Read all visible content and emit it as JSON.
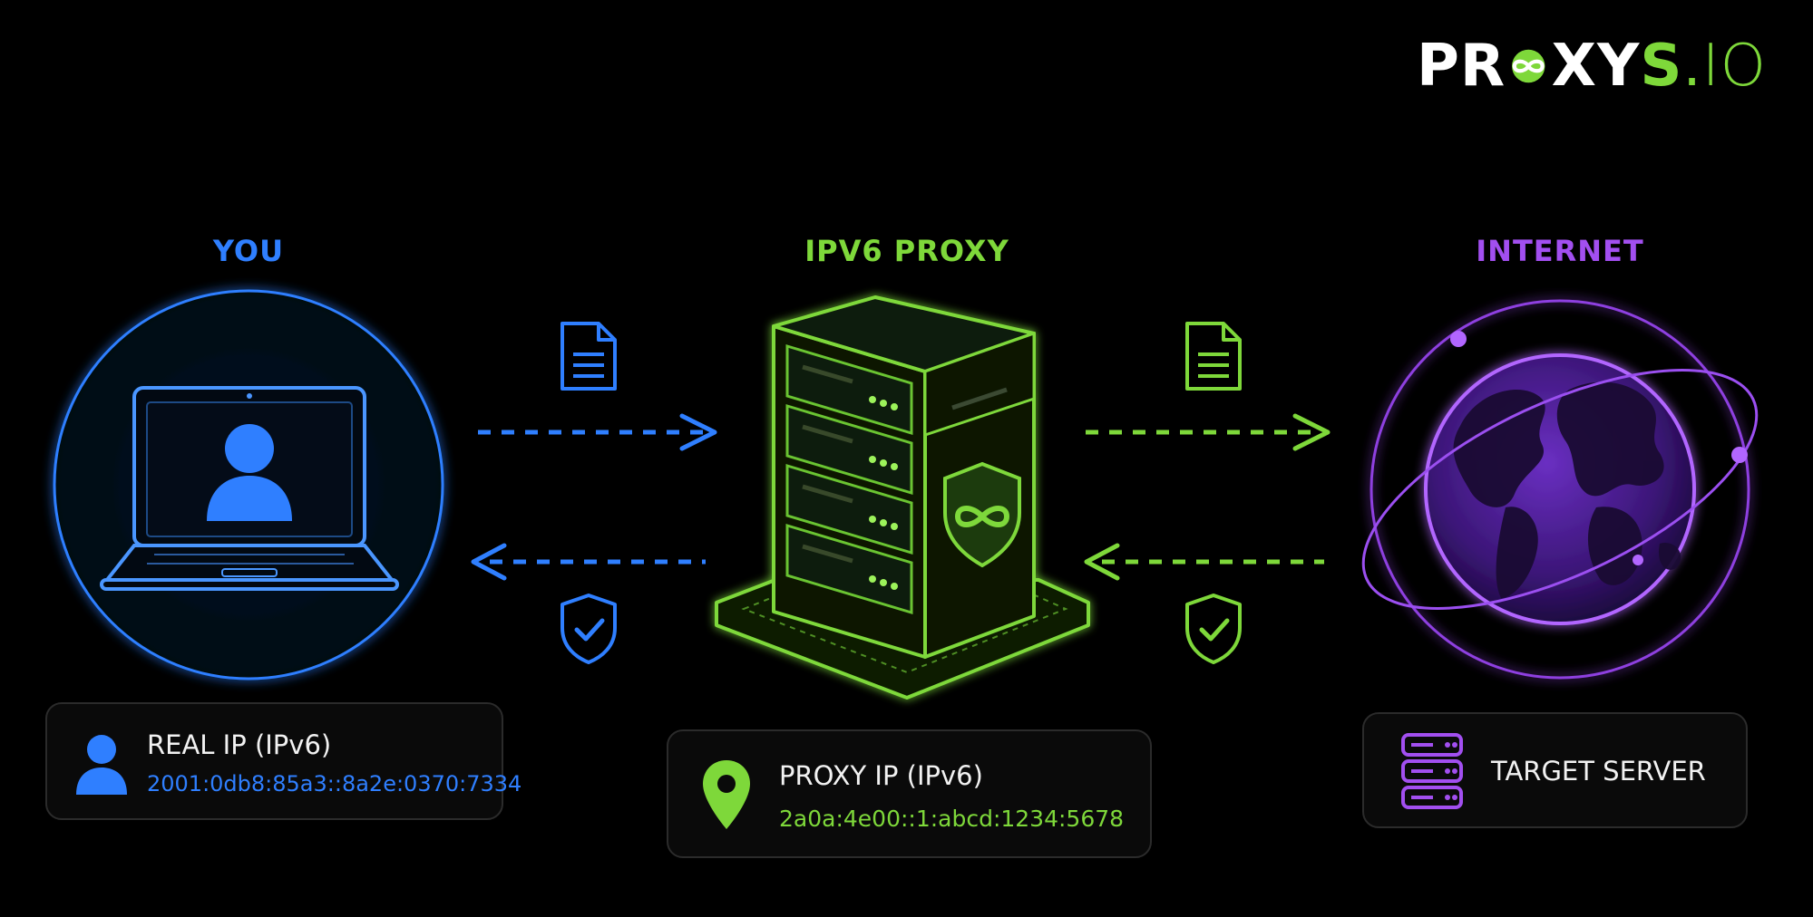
{
  "brand": {
    "logo_text_1": "PR",
    "logo_text_2": "XY",
    "logo_text_3": "S",
    "logo_text_4": ".",
    "logo_text_5": "IO"
  },
  "columns": {
    "you": {
      "title": "YOU"
    },
    "proxy": {
      "title": "IPV6 PROXY"
    },
    "internet": {
      "title": "INTERNET"
    }
  },
  "cards": {
    "real_ip": {
      "label": "REAL IP (IPv6)",
      "value": "2001:0db8:85a3::8a2e:0370:7334"
    },
    "proxy_ip": {
      "label": "PROXY IP (IPv6)",
      "value": "2a0a:4e00::1:abcd:1234:5678"
    },
    "target": {
      "label": "TARGET SERVER"
    }
  },
  "colors": {
    "blue": "#2f7fff",
    "green": "#7ed83a",
    "purple": "#a24ff0",
    "background": "#000000"
  },
  "icons": {
    "laptop": "laptop-user-icon",
    "server": "proxy-server-icon",
    "globe": "globe-icon",
    "document": "document-icon",
    "shield": "shield-check-icon",
    "location": "location-pin-icon",
    "user": "user-icon",
    "server_stack": "server-stack-icon"
  }
}
